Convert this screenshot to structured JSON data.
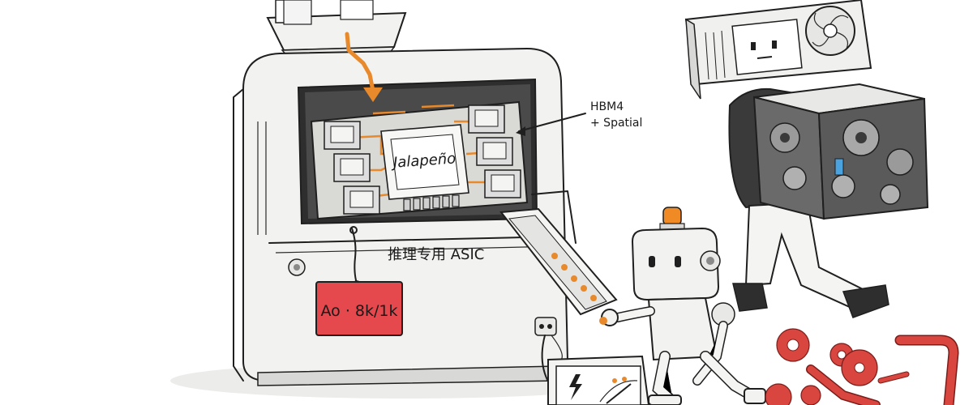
{
  "illustration": {
    "processor_label": "Jalapeño",
    "callout_line1": "HBM4",
    "callout_line2": "+ Spatial",
    "machine_label": "推理专用 ASIC",
    "price_tag": "Ao · 8k/1k"
  },
  "colors": {
    "accent_orange": "#e8892b",
    "tag_red": "#e5484d",
    "gear_red": "#d9463f",
    "ink": "#1f1f1f"
  },
  "icons": [
    "gpu-fan-icon",
    "lightning-icon",
    "warning-beacon-icon"
  ]
}
